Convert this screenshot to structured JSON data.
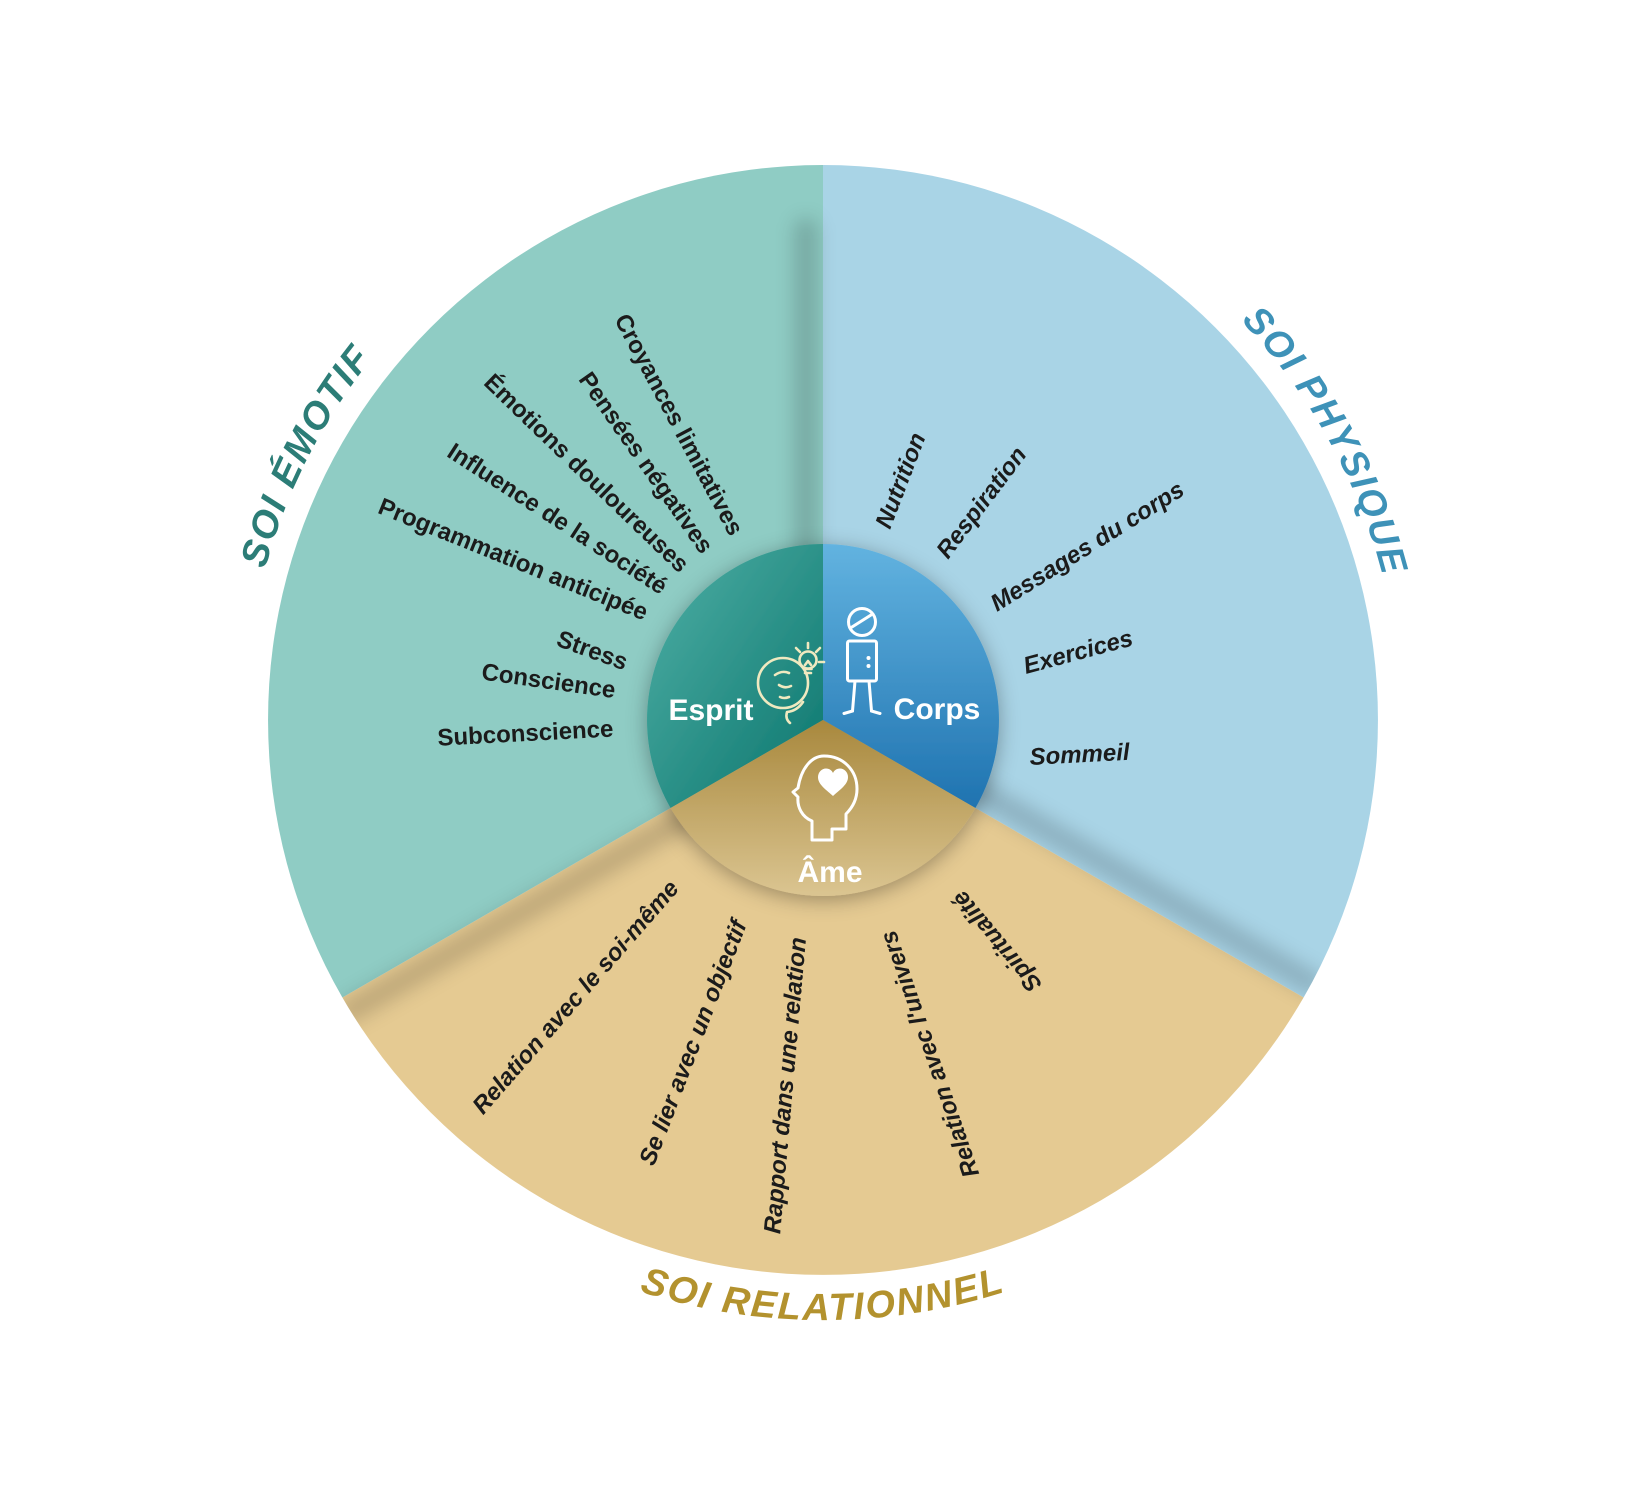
{
  "diagram": {
    "background": "#ffffff",
    "sectors": [
      {
        "id": "emotif",
        "title": "SOI ÉMOTIF",
        "items": [
          "Croyances limitatives",
          "Pensées négatives",
          "Émotions douloureuses",
          "Influence de la société",
          "Programmation anticipée",
          "Stress",
          "Conscience",
          "Subconscience"
        ]
      },
      {
        "id": "physique",
        "title": "SOI PHYSIQUE",
        "items": [
          "Nutrition",
          "Respiration",
          "Messages du corps",
          "Exercices",
          "Sommeil"
        ]
      },
      {
        "id": "relationnel",
        "title": "SOI RELATIONNEL",
        "items": [
          "Relation avec le soi-même",
          "Se lier avec un objectif",
          "Rapport dans une relation",
          "Relation avec l'univers",
          "Spiritualité"
        ]
      }
    ],
    "center": {
      "esprit": "Esprit",
      "corps": "Corps",
      "ame": "Âme"
    },
    "icons": {
      "esprit": "head-lightbulb-icon",
      "corps": "person-icon",
      "ame": "head-heart-icon"
    },
    "colors": {
      "emotif_fill": "#8FCCC4",
      "physique_fill": "#A9D4E6",
      "relationnel_fill": "#E5CA92",
      "emotif_title": "#2C7D77",
      "physique_title": "#3E92B8",
      "relationnel_title": "#B3922E",
      "item_text": "#1B1B1B",
      "center_label": "#FFFFFF",
      "icon_esprit": "#EFE9C0",
      "icon_corps": "#FFFFFF",
      "icon_ame": "#FFFFFF",
      "esprit_gradient": [
        "#4FB0A6",
        "#0B756D"
      ],
      "corps_gradient": [
        "#62B3E0",
        "#1F73B0"
      ],
      "ame_gradient": [
        "#A8883D",
        "#DBC591"
      ]
    }
  }
}
